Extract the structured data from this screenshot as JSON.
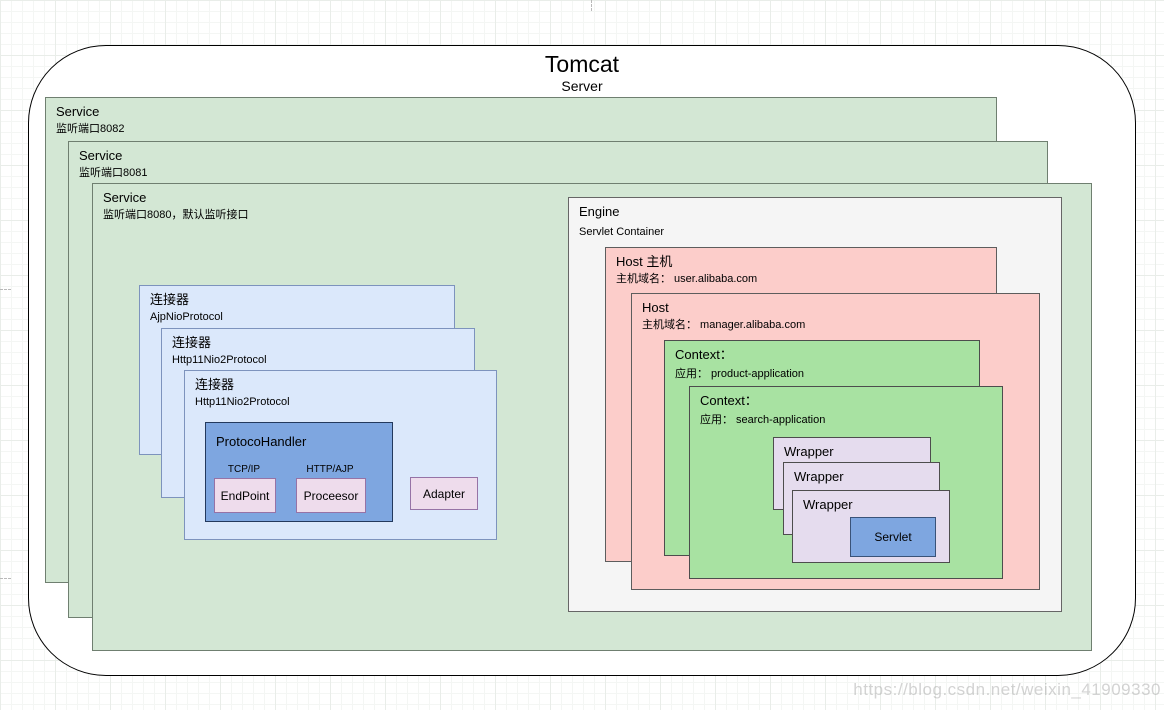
{
  "title": "Tomcat",
  "subtitle": "Server",
  "services": [
    {
      "label": "Service",
      "sub": "监听端口8082"
    },
    {
      "label": "Service",
      "sub": "监听端口8081"
    },
    {
      "label": "Service",
      "sub": "监听端口8080，默认监听接口"
    }
  ],
  "connectors": [
    {
      "label": "连接器",
      "sub": "AjpNioProtocol"
    },
    {
      "label": "连接器",
      "sub": "Http11Nio2Protocol"
    },
    {
      "label": "连接器",
      "sub": "Http11Nio2Protocol"
    }
  ],
  "protocol_handler": {
    "label": "ProtocoHandler",
    "endpoint_caption": "TCP/IP",
    "endpoint_label": "EndPoint",
    "processor_caption": "HTTP/AJP",
    "processor_label": "Proceesor"
  },
  "adapter_label": "Adapter",
  "engine": {
    "label": "Engine",
    "sub": "Servlet Container"
  },
  "hosts": [
    {
      "label": "Host 主机",
      "sub": "主机域名： user.alibaba.com"
    },
    {
      "label": "Host",
      "sub": "主机域名： manager.alibaba.com"
    }
  ],
  "contexts": [
    {
      "label": "Context：",
      "sub": "应用： product-application"
    },
    {
      "label": "Context：",
      "sub": "应用： search-application"
    }
  ],
  "wrappers": [
    {
      "label": "Wrapper"
    },
    {
      "label": "Wrapper"
    },
    {
      "label": "Wrapper"
    }
  ],
  "servlet_label": "Servlet",
  "watermark": "https://blog.csdn.net/weixin_41909330",
  "colors": {
    "service_fill": "#d3e7d4",
    "connector_fill": "#dbe8fb",
    "protocol_handler_fill": "#7ea6e0",
    "component_fill": "#eedcec",
    "engine_fill": "#f5f5f5",
    "host_fill": "#fccdca",
    "context_fill": "#a8e2a2",
    "wrapper_fill": "#e5dcee",
    "servlet_fill": "#7ea6e0"
  }
}
